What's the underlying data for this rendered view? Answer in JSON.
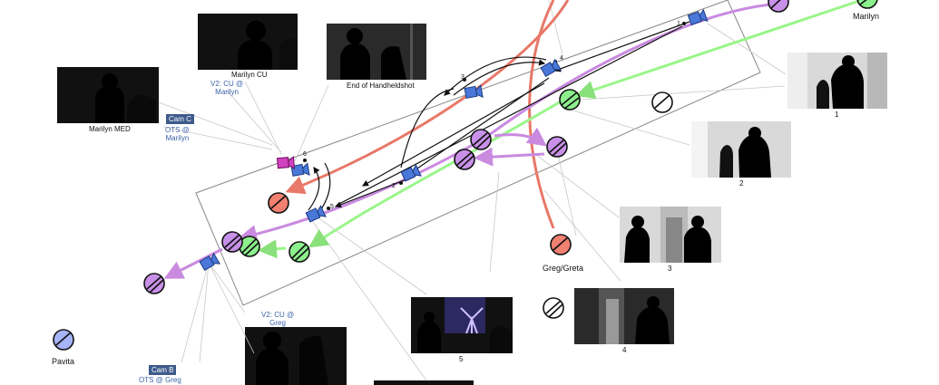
{
  "characters": {
    "marilyn": "Marilyn",
    "greg_greta": "Greg/Greta",
    "pavita": "Pavita"
  },
  "shots": {
    "marilyn_med": "Marilyn MED",
    "marilyn_cu": "Marilyn CU",
    "end_handheld": "End of Handheldshot",
    "f1": "1",
    "f2": "2",
    "f3": "3",
    "f4": "4",
    "f5": "5"
  },
  "cameras": {
    "cam_c_tag": "Cam C",
    "cam_c_note_1": "OTS @",
    "cam_c_note_2": "Marilyn",
    "cam_b_tag": "Cam B",
    "cam_b_note": "OTS @ Greg",
    "v2_marilyn_1": "V2: CU @",
    "v2_marilyn_2": "Marilyn",
    "v2_greg_1": "V2: CU @",
    "v2_greg_2": "Greg"
  },
  "path_numbers": [
    "1",
    "2",
    "3",
    "4",
    "5",
    "6"
  ],
  "colors": {
    "marilyn_green": "#8cf08c",
    "greg_red": "#f08070",
    "cam_purple": "#c890e8",
    "pavita_blue": "#a8b4f8",
    "camera_blue": "#4a78d8",
    "camera_magenta": "#d040c0",
    "red_path": "#e87868",
    "green_path": "#9af58a",
    "purple_path": "#c98ae0"
  }
}
